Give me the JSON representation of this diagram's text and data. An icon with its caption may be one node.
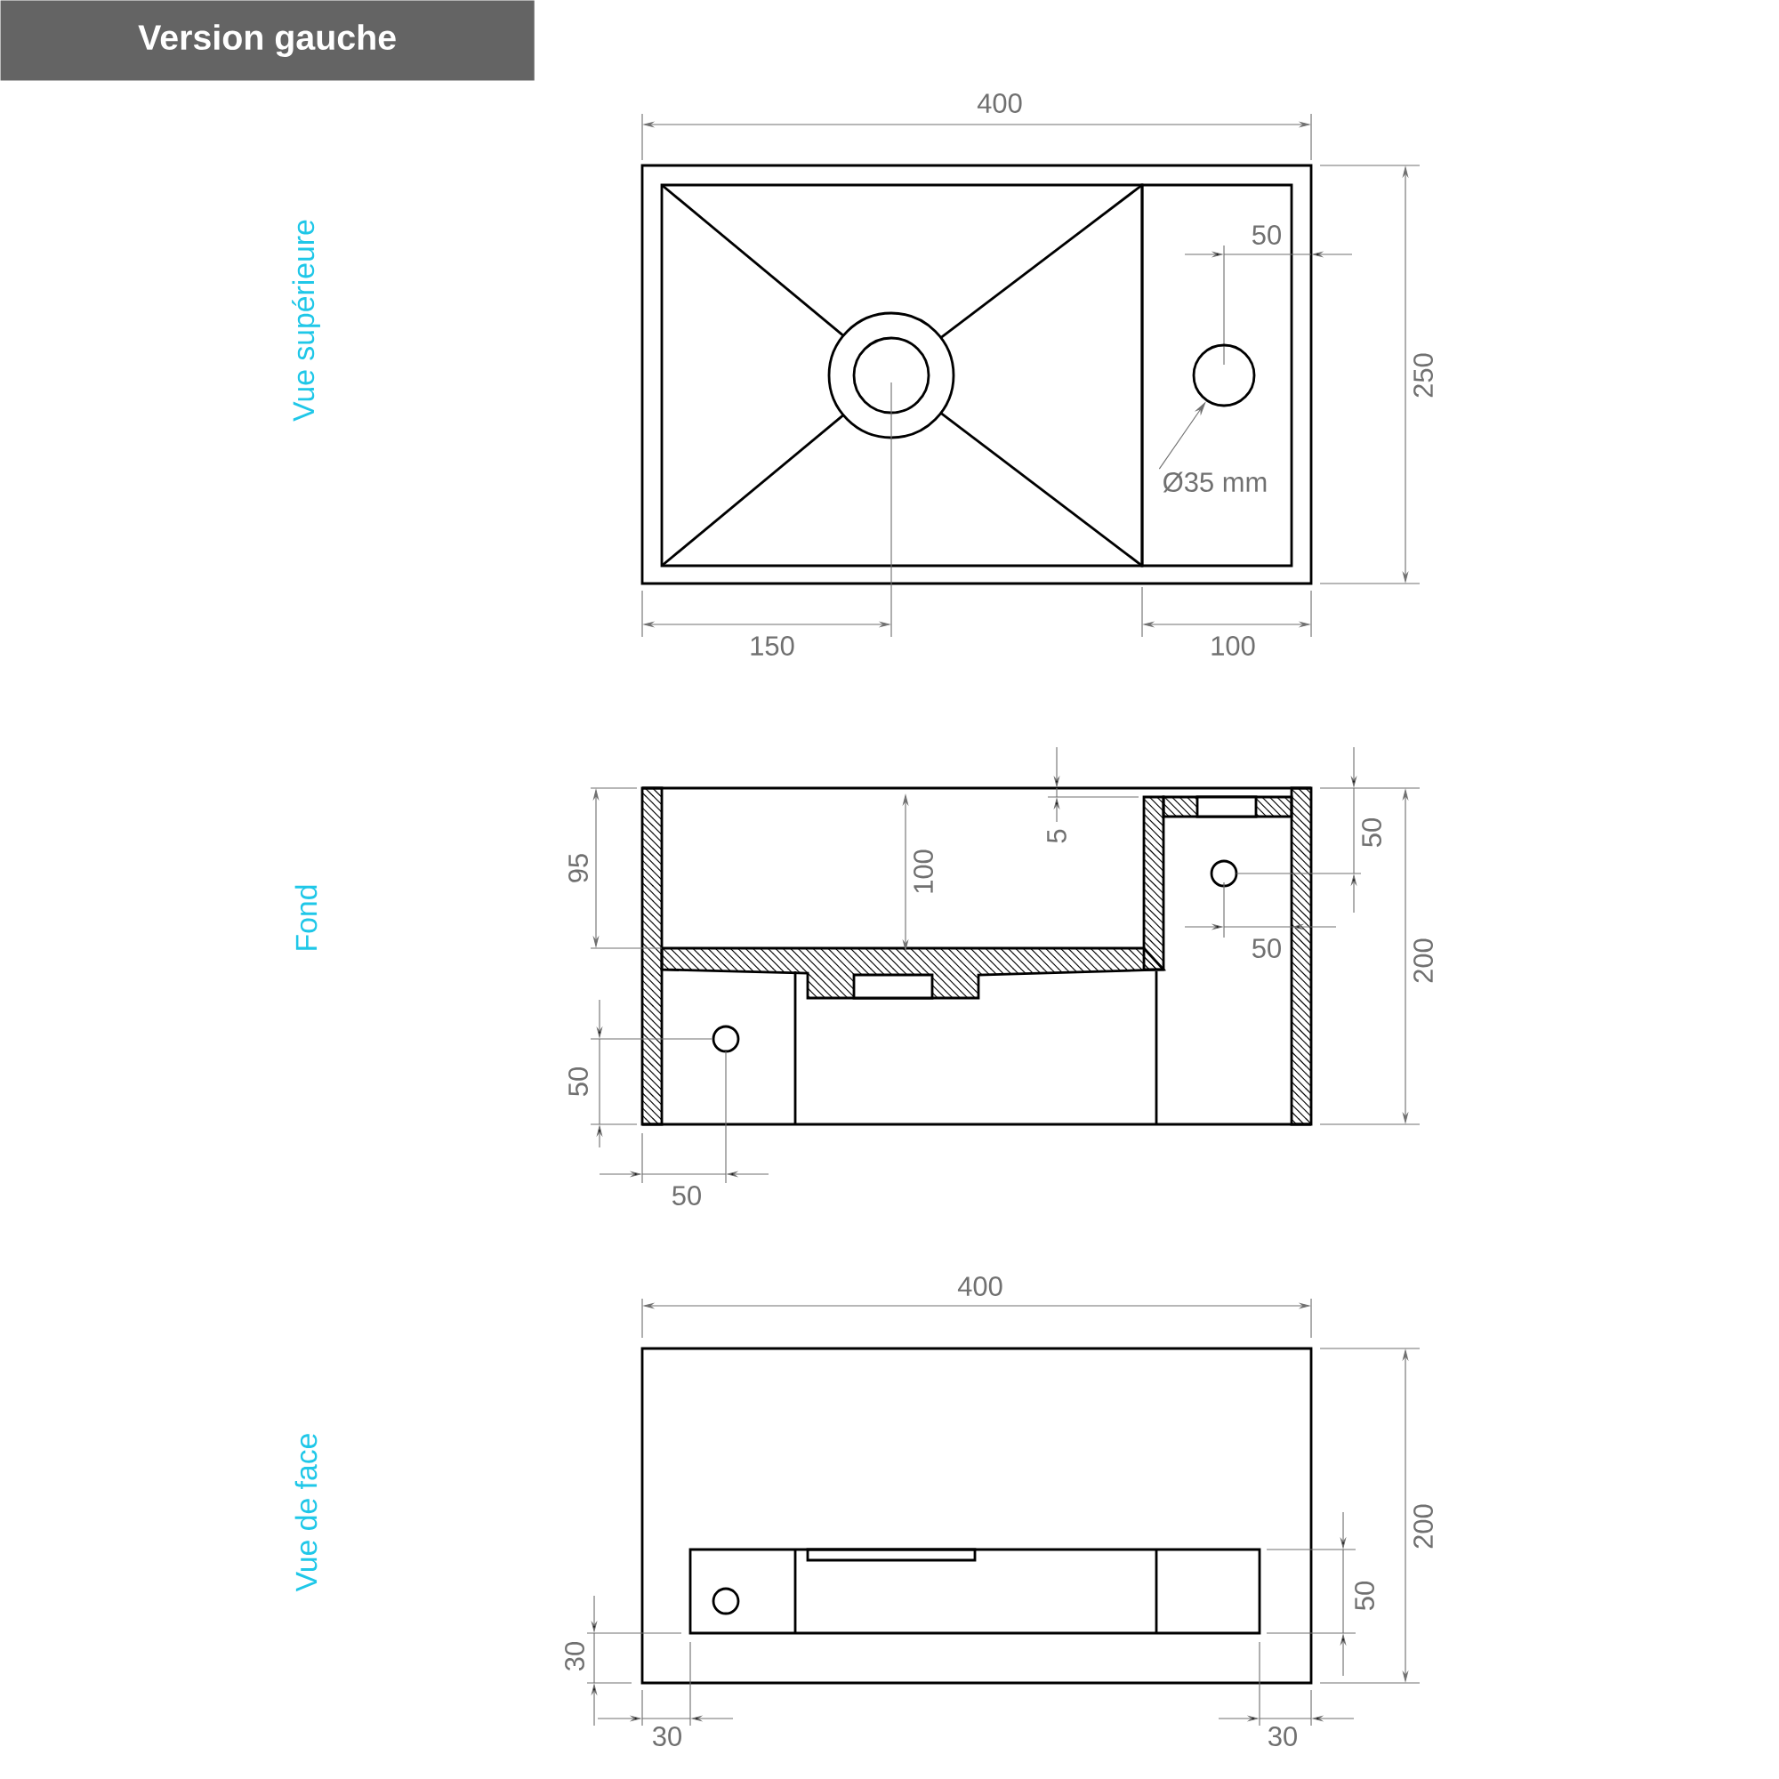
{
  "diagram": {
    "title": "Version gauche",
    "nodes": [
      {
        "text": [
          "Ø35 mm"
        ]
      },
      {
        "text": [],
        "shape": "circle"
      }
    ],
    "edges": [
      {
        "from": 0,
        "to": 1,
        "arrow": "to"
      }
    ],
    "labels": [
      "Vue supérieure",
      "400",
      "50",
      "250",
      "150",
      "100",
      "Fond",
      "95",
      "100",
      "5",
      "50",
      "50",
      "200",
      "50",
      "50",
      "Vue de face",
      "400",
      "200",
      "50",
      "30",
      "30",
      "30"
    ]
  }
}
